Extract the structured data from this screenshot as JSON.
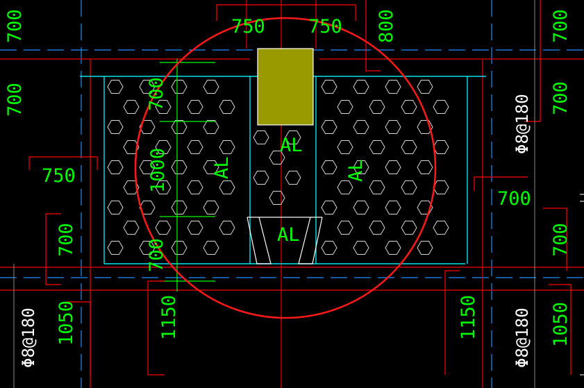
{
  "colors": {
    "background": "#000000",
    "dimension_text": "#00ff00",
    "rebar_text": "#ffffff",
    "dim_line": "#ff0000",
    "edge_line": "#00ffff",
    "axis_line": "#ff0000",
    "highlight_circle": "#ff1a1a",
    "hatch": "#ffffff",
    "selected_fill": "#999900"
  },
  "dims": {
    "top_750_left": "750",
    "top_750_right": "750",
    "top_800": "800",
    "left_700_top": "700",
    "left_700_upper": "700",
    "left_750": "750",
    "left_700_mid": "700",
    "left_1050": "1050",
    "left_1150": "1150",
    "inner_700_top": "700",
    "inner_1000": "1000",
    "inner_700_bottom": "700",
    "right_700_top": "700",
    "right_700_upper": "700",
    "right_700_mid": "700",
    "right_700_lower": "700",
    "right_1150": "1150",
    "right_1050": "1050"
  },
  "rebar": {
    "right_upper": "Φ8@180",
    "left_lower": "Φ8@180",
    "right_lower": "Φ8@180"
  },
  "panels": {
    "left": "AL",
    "center_top": "AL",
    "right": "AL",
    "center_bottom": "AL"
  }
}
